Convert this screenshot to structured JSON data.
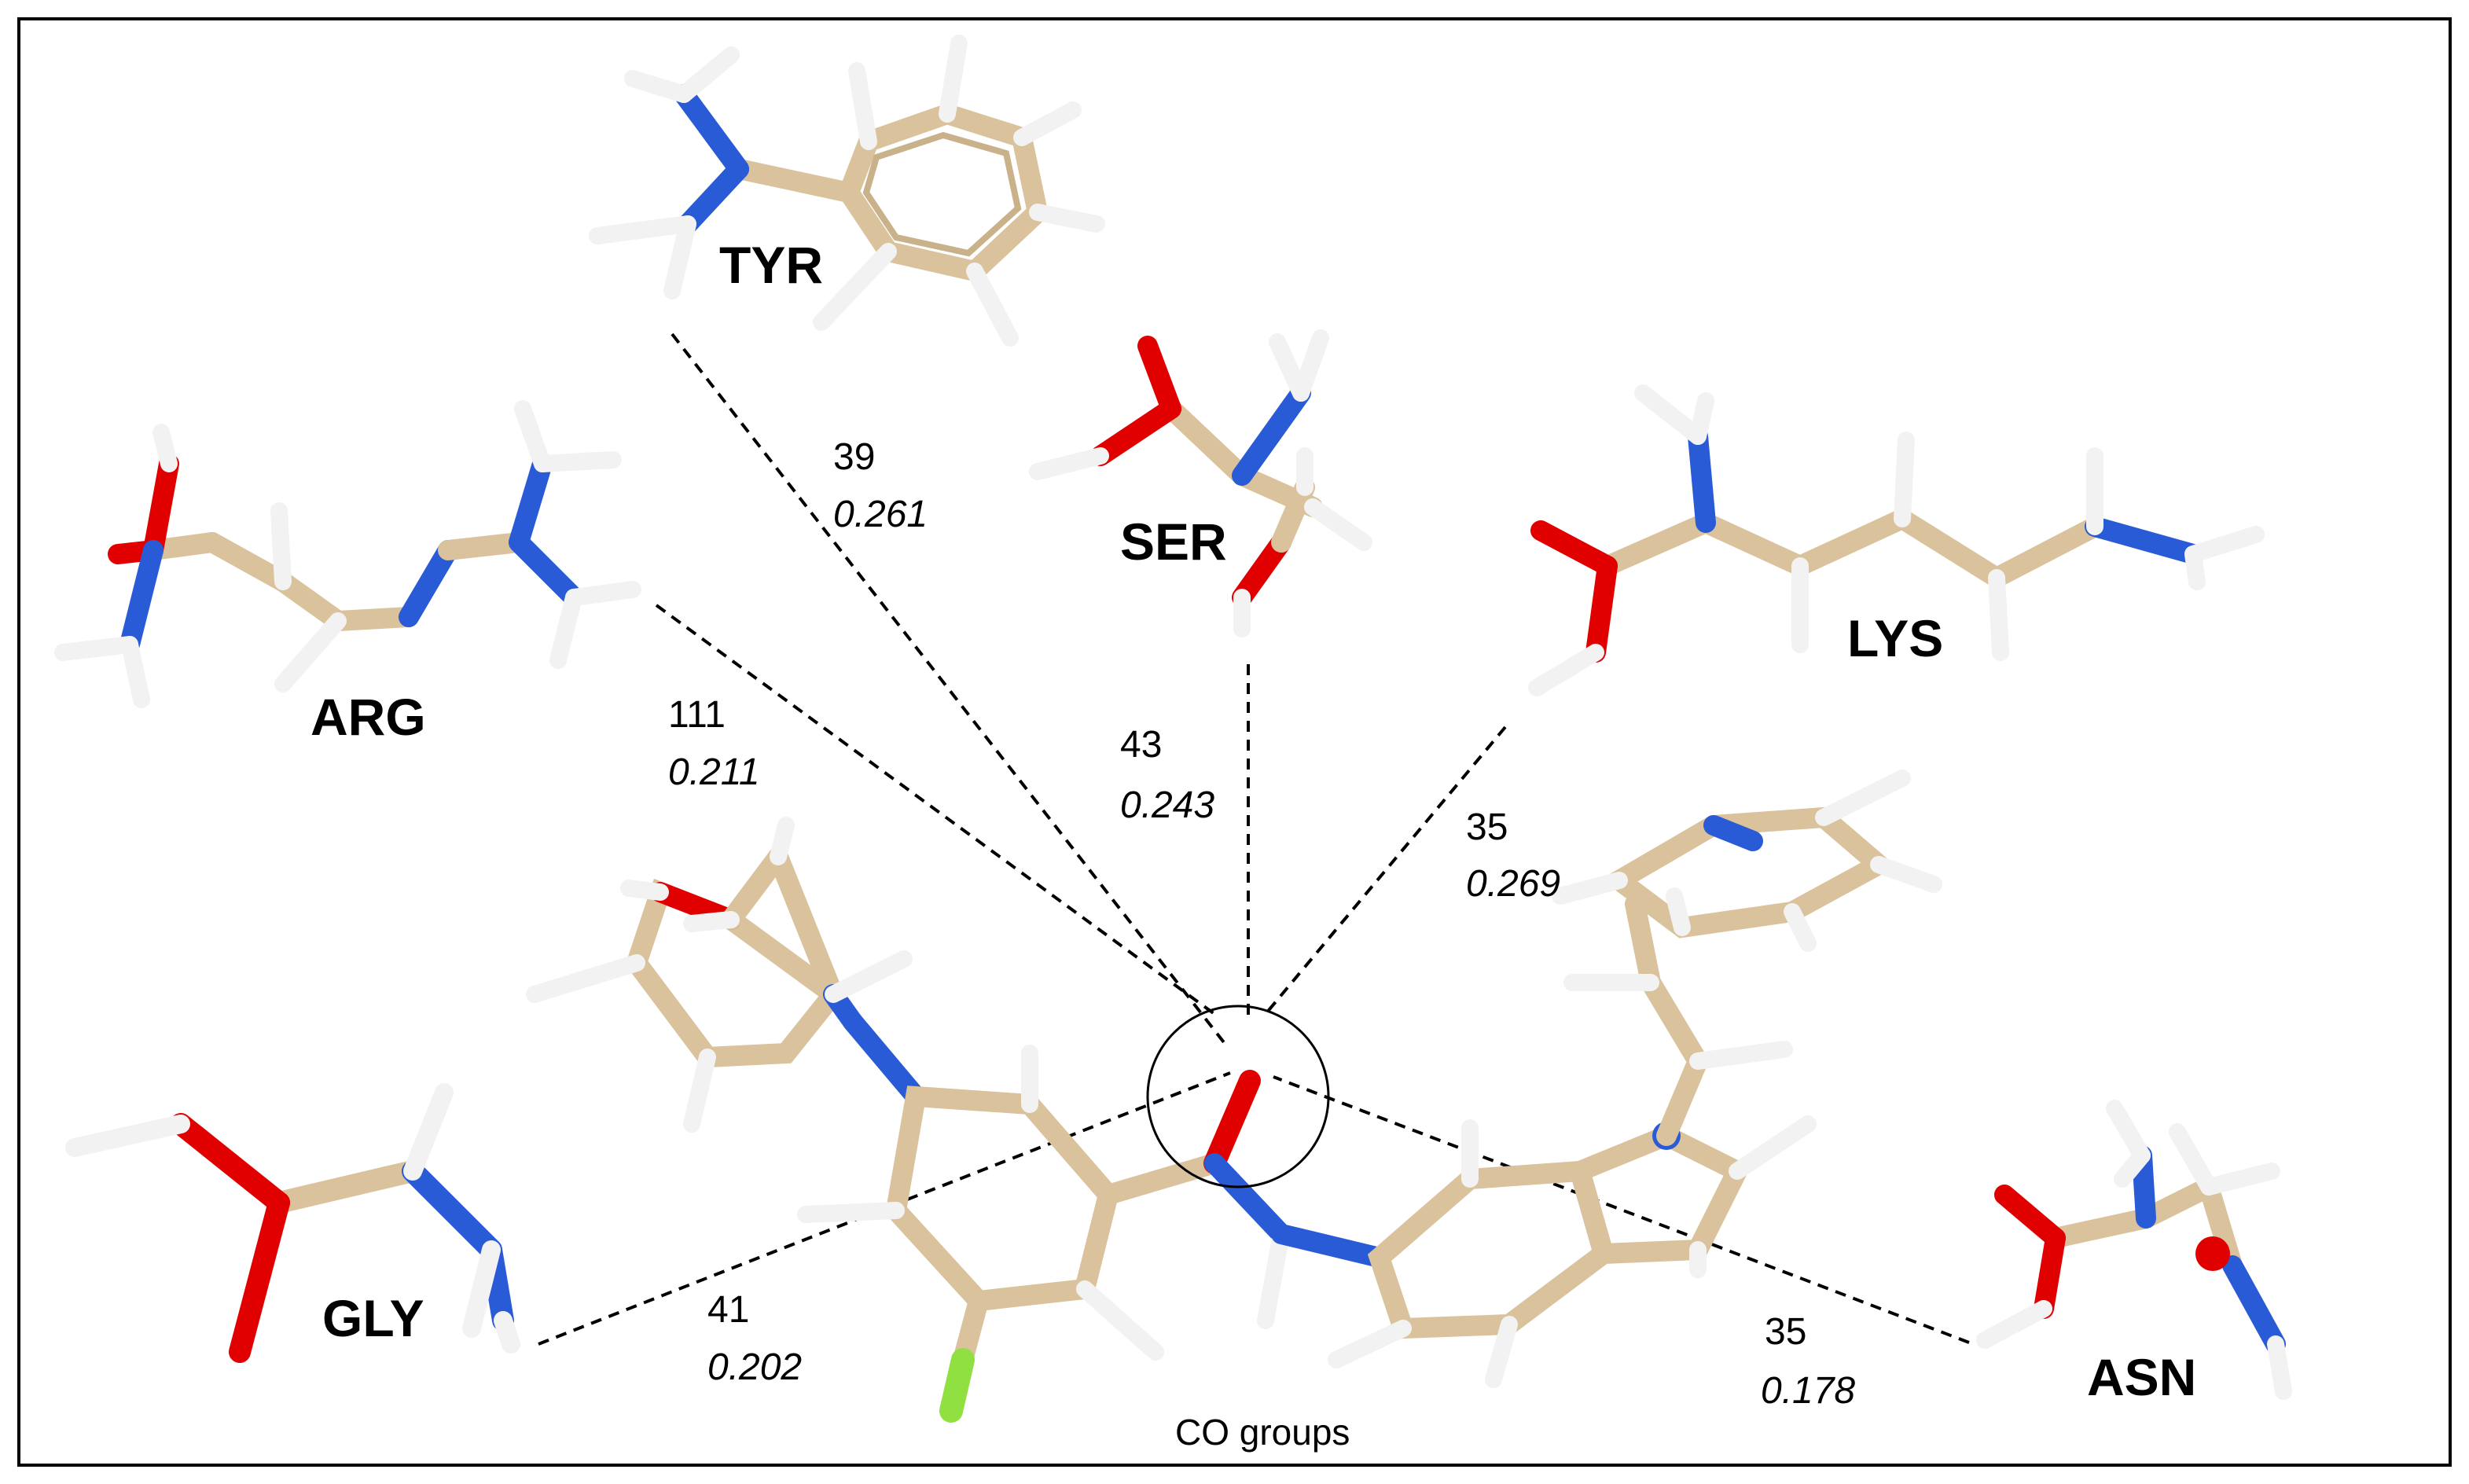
{
  "residues": {
    "tyr": "TYR",
    "ser": "SER",
    "arg": "ARG",
    "lys": "LYS",
    "gly": "GLY",
    "asn": "ASN"
  },
  "interactions": [
    {
      "residue": "TYR",
      "count": "39",
      "value": "0.261"
    },
    {
      "residue": "ARG",
      "count": "111",
      "value": "0.211"
    },
    {
      "residue": "SER",
      "count": "43",
      "value": "0.243"
    },
    {
      "residue": "LYS",
      "count": "35",
      "value": "0.269"
    },
    {
      "residue": "GLY",
      "count": "41",
      "value": "0.202"
    },
    {
      "residue": "ASN",
      "count": "35",
      "value": "0.178"
    }
  ],
  "center_label": "CO groups",
  "colors": {
    "carbon": "#d9c29c",
    "oxygen": "#e00000",
    "nitrogen": "#2a5bd7",
    "hydrogen": "#f2f2f2",
    "fluorine": "#8fe040"
  }
}
